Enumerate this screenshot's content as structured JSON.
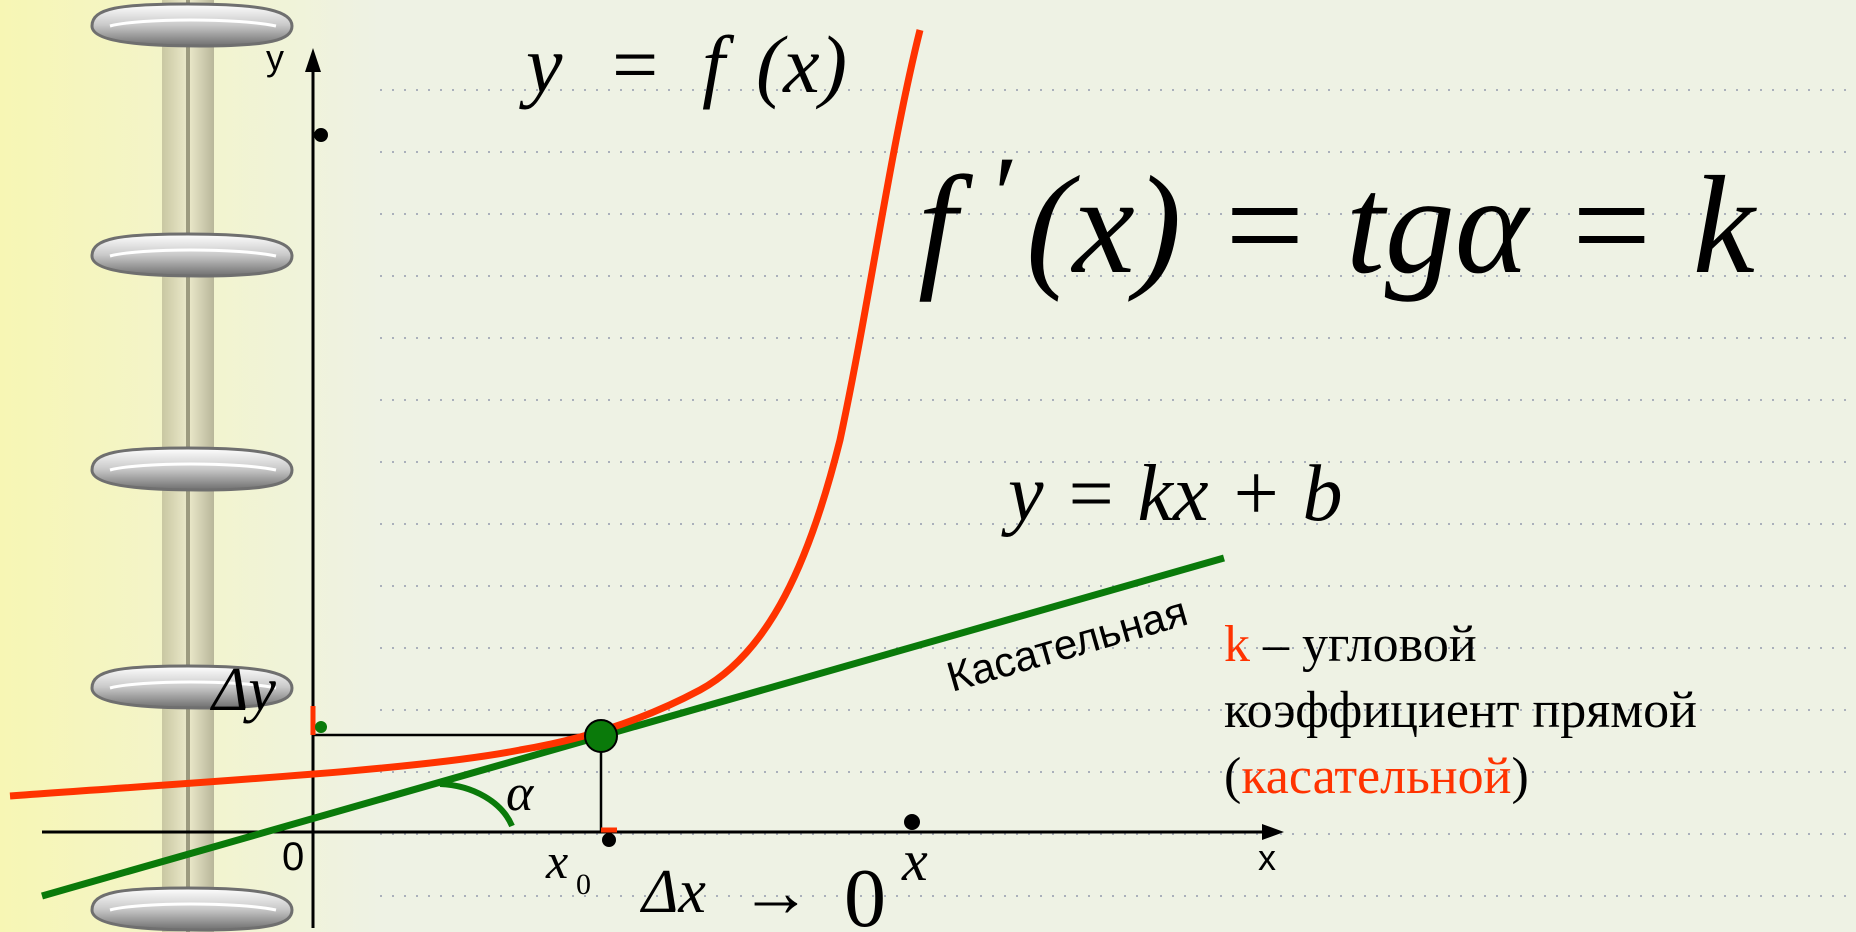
{
  "labels": {
    "y_axis": "y",
    "x_axis": "x",
    "origin": "0",
    "curve_lhs": "y",
    "curve_eq": "=",
    "curve_f": "f",
    "curve_arg": "(x)",
    "deriv_f": "f",
    "deriv_prime": "′",
    "deriv_rest": "(x) = tgα = k",
    "line_eq": "y = kx + b",
    "tangent_label": "Касательная",
    "delta_y": "Δy",
    "alpha": "α",
    "x0_main": "x",
    "x0_sub": "0",
    "x_point": "x",
    "delta_x": "Δx",
    "arrow": "→",
    "zero_limit": "0"
  },
  "note": {
    "k": "k",
    "dash_text": " – угловой",
    "line2": "коэффициент прямой",
    "open_paren": "(",
    "word_red": "касательной",
    "close_paren": ")"
  },
  "colors": {
    "curve": "#ff3300",
    "tangent": "#0a7a0a",
    "axis": "#000000",
    "paper": "#eef2e4",
    "binding": "#f6f7c8",
    "dots": "#aab0bb",
    "ring": "#d9d9d9"
  },
  "icons": [
    "spiral-ring-icon"
  ]
}
